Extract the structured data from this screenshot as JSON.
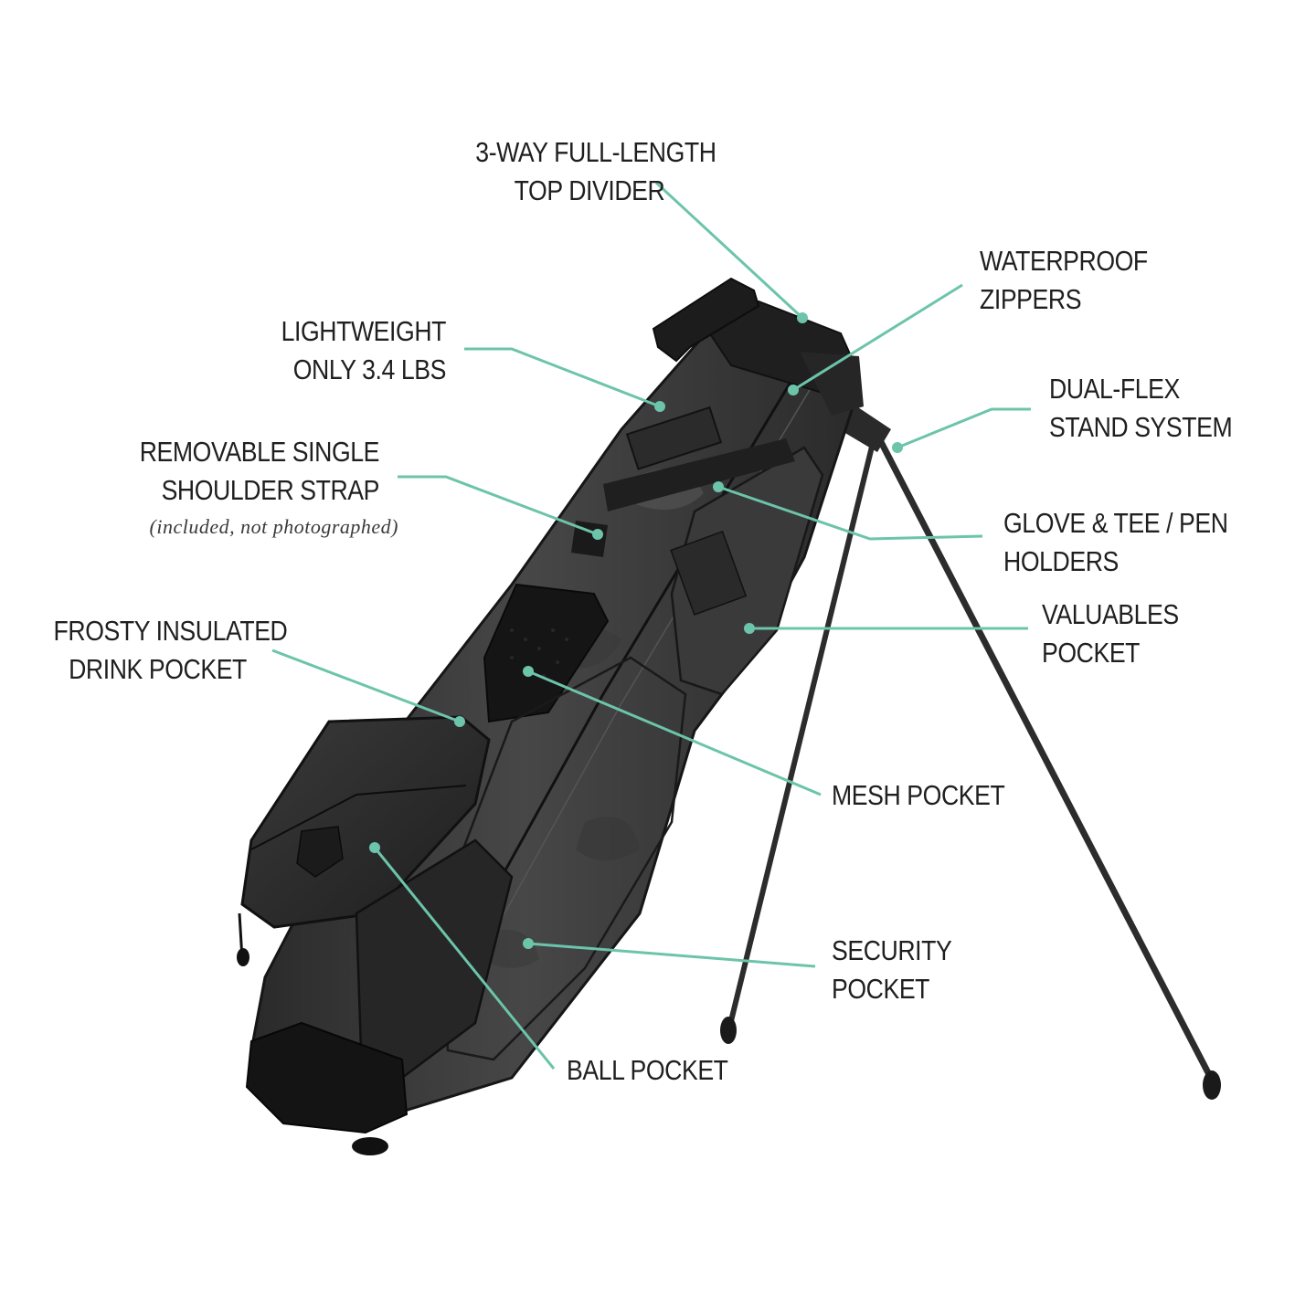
{
  "colors": {
    "leader": "#6cc4aa",
    "bag_dark": "#262626",
    "bag_mid": "#3d3d3d",
    "bag_light": "#555555",
    "text": "#1f1f1f"
  },
  "illustration": {
    "subject": "golf-stand-bag"
  },
  "callouts": [
    {
      "id": "top-divider",
      "lines": [
        "3-WAY FULL-LENGTH",
        "TOP DIVIDER"
      ]
    },
    {
      "id": "waterproof-zippers",
      "lines": [
        "WATERPROOF",
        "ZIPPERS"
      ]
    },
    {
      "id": "lightweight",
      "lines": [
        "LIGHTWEIGHT",
        "ONLY 3.4 LBS"
      ]
    },
    {
      "id": "dual-flex",
      "lines": [
        "DUAL-FLEX",
        "STAND SYSTEM"
      ]
    },
    {
      "id": "shoulder-strap",
      "lines": [
        "REMOVABLE SINGLE",
        "SHOULDER STRAP"
      ],
      "note": "(included, not photographed)"
    },
    {
      "id": "glove-tee",
      "lines": [
        "GLOVE & TEE / PEN",
        "HOLDERS"
      ]
    },
    {
      "id": "frosty-drink",
      "lines": [
        "FROSTY INSULATED",
        "DRINK POCKET"
      ]
    },
    {
      "id": "valuables",
      "lines": [
        "VALUABLES",
        "POCKET"
      ]
    },
    {
      "id": "mesh",
      "lines": [
        "MESH POCKET"
      ]
    },
    {
      "id": "security",
      "lines": [
        "SECURITY",
        "POCKET"
      ]
    },
    {
      "id": "ball",
      "lines": [
        "BALL POCKET"
      ]
    }
  ]
}
